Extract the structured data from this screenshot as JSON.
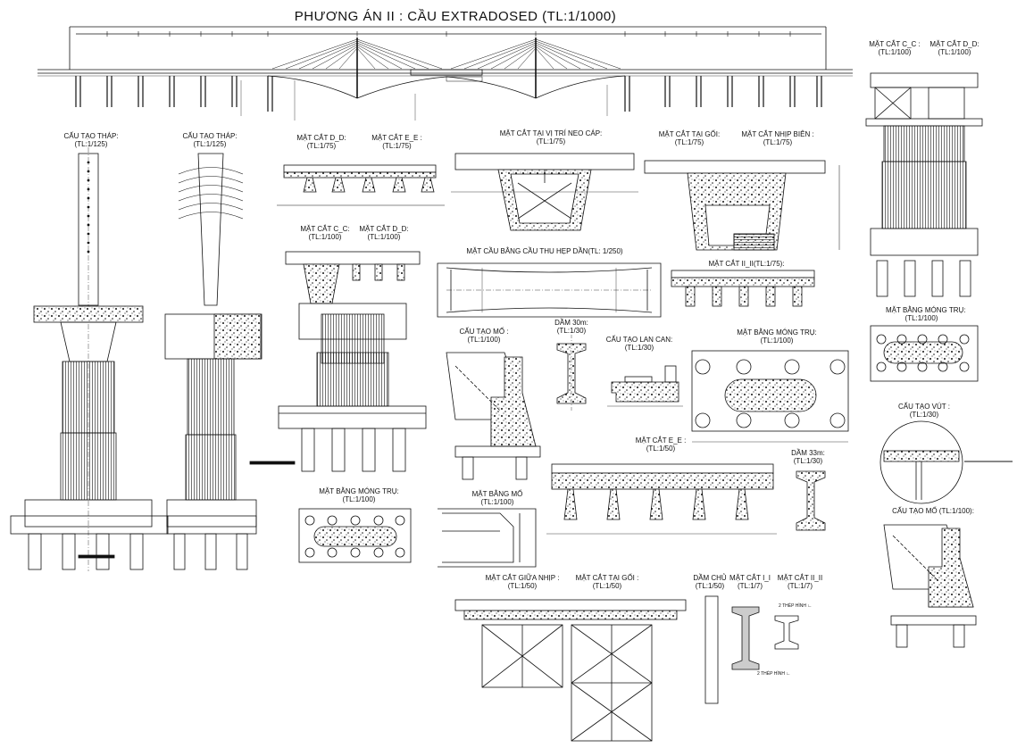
{
  "sheet_title": "PHƯƠNG ÁN II : CẦU EXTRADOSED (TL:1/1000)",
  "views": {
    "tower1": {
      "name": "CẤU TẠO THÁP:",
      "scale": "(TL:1/125)"
    },
    "tower2": {
      "name": "CẤU TẠO THÁP:",
      "scale": "(TL:1/125)"
    },
    "sec_dd_75": {
      "name": "MẶT CẮT D_D:",
      "scale": "(TL:1/75)"
    },
    "sec_ee_75": {
      "name": "MẶT CẮT E_E :",
      "scale": "(TL:1/75)"
    },
    "sec_anchor": {
      "name": "MẶT CẮT TẠI VỊ TRÍ NEO CÁP:",
      "scale": "(TL:1/75)"
    },
    "sec_support_75": {
      "name": "MẶT CẮT TẠI GỐI:",
      "scale": "(TL:1/75)"
    },
    "sec_side_span": {
      "name": "MẶT CẮT NHỊP BIÊN :",
      "scale": "(TL:1/75)"
    },
    "sec_cc_tr": {
      "name": "MẶT CẮT C_C :",
      "scale": "(TL:1/100)"
    },
    "sec_dd_tr": {
      "name": "MẶT CẮT D_D:",
      "scale": "(TL:1/100)"
    },
    "sec_cc_mid": {
      "name": "MẶT CẮT C_C:",
      "scale": "(TL:1/100)"
    },
    "sec_dd_mid": {
      "name": "MẶT CẮT D_D:",
      "scale": "(TL:1/100)"
    },
    "plan_narrowing": {
      "name": "MẶT CẦU BẰNG CẦU THU HẸP DẦN(TL: 1/250)"
    },
    "sec_ii": {
      "name": "MẶT CẮT II_II(TL:1/75):"
    },
    "pier_plan_right": {
      "name": "MẶT BẰNG MÓNG TRỤ:",
      "scale": "(TL:1/100)"
    },
    "abutment1": {
      "name": "CẤU TẠO MỐ :",
      "scale": "(TL:1/100)"
    },
    "beam30": {
      "name": "DẦM 30m:",
      "scale": "(TL:1/30)"
    },
    "railing": {
      "name": "CẤU TẠO LAN CAN:",
      "scale": "(TL:1/30)"
    },
    "pier_plan_center": {
      "name": "MẶT BẰNG MÓNG TRỤ:",
      "scale": "(TL:1/100)"
    },
    "haunch": {
      "name": "CẤU TẠO VÚT :",
      "scale": "(TL:1/30)"
    },
    "sec_ee_50": {
      "name": "MẶT CẮT E_E :",
      "scale": "(TL:1/50)"
    },
    "beam33": {
      "name": "DẦM 33m:",
      "scale": "(TL:1/30)"
    },
    "pier_plan_left": {
      "name": "MẶT BẰNG MÓNG TRỤ:",
      "scale": "(TL:1/100)"
    },
    "abutment_plan": {
      "name": "MẶT BẰNG MỐ",
      "scale": "(TL:1/100)"
    },
    "abutment2": {
      "name": "CẤU TẠO MỐ (TL:1/100):"
    },
    "sec_midspan": {
      "name": "MẶT CẮT GIỮA NHỊP :",
      "scale": "(TL:1/50)"
    },
    "sec_support_50": {
      "name": "MẶT CẮT TẠI GỐI :",
      "scale": "(TL:1/50)"
    },
    "main_girder": {
      "name": "DẦM CHỦ",
      "scale": "(TL:1/50)"
    },
    "sec_i": {
      "name": "MẶT CẮT I_I",
      "scale": "(TL:1/7)"
    },
    "sec_ii_small": {
      "name": "MẶT CẮT II_II",
      "scale": "(TL:1/7)"
    }
  },
  "notes": {
    "profile_a": "2 THÉP HÌNH ∟",
    "profile_b": "2 THÉP HÌNH ∟"
  }
}
